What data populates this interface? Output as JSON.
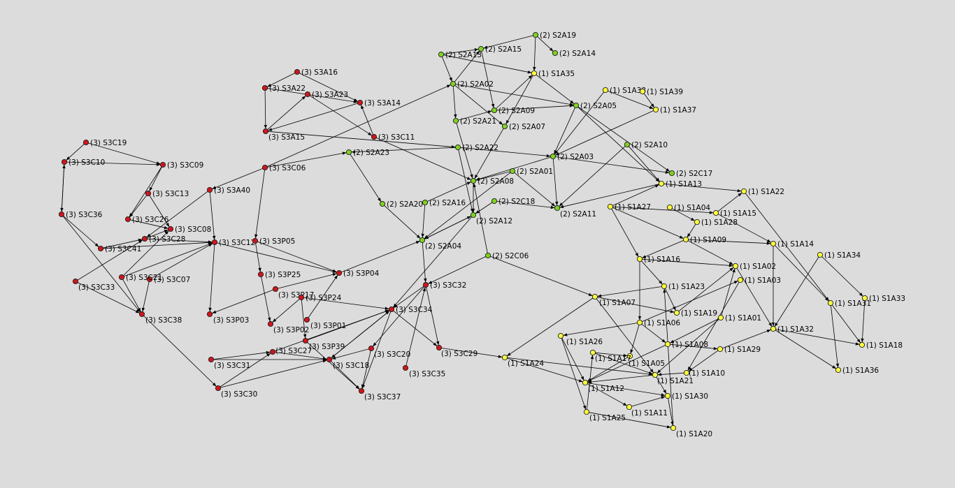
{
  "colors": {
    "background": "#dcdcdc",
    "group_1": "#ffff3c",
    "group_2": "#7ed321",
    "group_3": "#d0161c",
    "edge": "#000000"
  },
  "nodes": [
    {
      "id": "S1A02",
      "label": "(1) S1A02",
      "group": "1"
    },
    {
      "id": "S1A03",
      "label": "(1) S1A03",
      "group": "1"
    },
    {
      "id": "S1A04",
      "label": "(1) S1A04",
      "group": "1"
    },
    {
      "id": "S1A05",
      "label": "(1) S1A05",
      "group": "1"
    },
    {
      "id": "S1A06",
      "label": "(1) S1A06",
      "group": "1"
    },
    {
      "id": "S1A07",
      "label": "(1) S1A07",
      "group": "1"
    },
    {
      "id": "S1A08",
      "label": "(1) S1A08",
      "group": "1"
    },
    {
      "id": "S1A09",
      "label": "(1) S1A09",
      "group": "1"
    },
    {
      "id": "S1A01",
      "label": "(1) S1A01",
      "group": "1"
    },
    {
      "id": "S1A10",
      "label": "(1) S1A10",
      "group": "1"
    },
    {
      "id": "S1A11",
      "label": "(1) S1A11",
      "group": "1"
    },
    {
      "id": "S1A12",
      "label": "(1) S1A12",
      "group": "1"
    },
    {
      "id": "S1A13",
      "label": "(1) S1A13",
      "group": "1"
    },
    {
      "id": "S1A14",
      "label": "(1) S1A14",
      "group": "1"
    },
    {
      "id": "S1A15",
      "label": "(1) S1A15",
      "group": "1"
    },
    {
      "id": "S1A16",
      "label": "(1) S1A16",
      "group": "1"
    },
    {
      "id": "S1A17",
      "label": "(1) S1A17",
      "group": "1"
    },
    {
      "id": "S1A18",
      "label": "(1) S1A18",
      "group": "1"
    },
    {
      "id": "S1A19",
      "label": "(1) S1A19",
      "group": "1"
    },
    {
      "id": "S1A20",
      "label": "(1) S1A20",
      "group": "1"
    },
    {
      "id": "S1A21",
      "label": "(1) S1A21",
      "group": "1"
    },
    {
      "id": "S1A22",
      "label": "(1) S1A22",
      "group": "1"
    },
    {
      "id": "S1A23",
      "label": "(1) S1A23",
      "group": "1"
    },
    {
      "id": "S1A24",
      "label": "(1) S1A24",
      "group": "1"
    },
    {
      "id": "S1A25",
      "label": "(1) S1A25",
      "group": "1"
    },
    {
      "id": "S1A26",
      "label": "(1) S1A26",
      "group": "1"
    },
    {
      "id": "S1A27",
      "label": "(1) S1A27",
      "group": "1"
    },
    {
      "id": "S1A28",
      "label": "(1) S1A28",
      "group": "1"
    },
    {
      "id": "S1A29",
      "label": "(1) S1A29",
      "group": "1"
    },
    {
      "id": "S1A30",
      "label": "(1) S1A30",
      "group": "1"
    },
    {
      "id": "S1A31",
      "label": "(1) S1A31",
      "group": "1"
    },
    {
      "id": "S1A32",
      "label": "(1) S1A32",
      "group": "1"
    },
    {
      "id": "S1A33",
      "label": "(1) S1A33",
      "group": "1"
    },
    {
      "id": "S1A34",
      "label": "(1) S1A34",
      "group": "1"
    },
    {
      "id": "S1A35",
      "label": "(1) S1A35",
      "group": "1"
    },
    {
      "id": "S1A36",
      "label": "(1) S1A36",
      "group": "1"
    },
    {
      "id": "S1A37",
      "label": "(1) S1A37",
      "group": "1"
    },
    {
      "id": "S1A38",
      "label": "(1) S1A38",
      "group": "1"
    },
    {
      "id": "S1A39",
      "label": "(1) S1A39",
      "group": "1"
    },
    {
      "id": "S2A01",
      "label": "(2) S2A01",
      "group": "2"
    },
    {
      "id": "S2A02",
      "label": "(2) S2A02",
      "group": "2"
    },
    {
      "id": "S2A03",
      "label": "(2) S2A03",
      "group": "2"
    },
    {
      "id": "S2A04",
      "label": "(2) S2A04",
      "group": "2"
    },
    {
      "id": "S2A05",
      "label": "(2) S2A05",
      "group": "2"
    },
    {
      "id": "S2A07",
      "label": "(2) S2A07",
      "group": "2"
    },
    {
      "id": "S2A08",
      "label": "(2) S2A08",
      "group": "2"
    },
    {
      "id": "S2A09",
      "label": "(2) S2A09",
      "group": "2"
    },
    {
      "id": "S2A10",
      "label": "(2) S2A10",
      "group": "2"
    },
    {
      "id": "S2A11",
      "label": "(2) S2A11",
      "group": "2"
    },
    {
      "id": "S2A12",
      "label": "(2) S2A12",
      "group": "2"
    },
    {
      "id": "S2A13",
      "label": "(2) S2A13",
      "group": "2"
    },
    {
      "id": "S2A14",
      "label": "(2) S2A14",
      "group": "2"
    },
    {
      "id": "S2A15",
      "label": "(2) S2A15",
      "group": "2"
    },
    {
      "id": "S2A16",
      "label": "(2) S2A16",
      "group": "2"
    },
    {
      "id": "S2A19",
      "label": "(2) S2A19",
      "group": "2"
    },
    {
      "id": "S2A20",
      "label": "(2) S2A20",
      "group": "2"
    },
    {
      "id": "S2A21",
      "label": "(2) S2A21",
      "group": "2"
    },
    {
      "id": "S2A22",
      "label": "(2) S2A22",
      "group": "2"
    },
    {
      "id": "S2A23",
      "label": "(2) S2A23",
      "group": "2"
    },
    {
      "id": "S2C06",
      "label": "(2) S2C06",
      "group": "2"
    },
    {
      "id": "S2C17",
      "label": "(2) S2C17",
      "group": "2"
    },
    {
      "id": "S2C18",
      "label": "(2) S2C18",
      "group": "2"
    },
    {
      "id": "S3A14",
      "label": "(3) S3A14",
      "group": "3"
    },
    {
      "id": "S3A15",
      "label": "(3) S3A15",
      "group": "3"
    },
    {
      "id": "S3A16",
      "label": "(3) S3A16",
      "group": "3"
    },
    {
      "id": "S3A22",
      "label": "(3) S3A22",
      "group": "3"
    },
    {
      "id": "S3A23",
      "label": "(3) S3A23",
      "group": "3"
    },
    {
      "id": "S3A40",
      "label": "(3) S3A40",
      "group": "3"
    },
    {
      "id": "S3C06",
      "label": "(3) S3C06",
      "group": "3"
    },
    {
      "id": "S3C07",
      "label": "(3) S3C07",
      "group": "3"
    },
    {
      "id": "S3C08",
      "label": "(3) S3C08",
      "group": "3"
    },
    {
      "id": "S3C09",
      "label": "(3) S3C09",
      "group": "3"
    },
    {
      "id": "S3C10",
      "label": "(3) S3C10",
      "group": "3"
    },
    {
      "id": "S3C11",
      "label": "(3) S3C11",
      "group": "3"
    },
    {
      "id": "S3C12",
      "label": "(3) S3C12",
      "group": "3"
    },
    {
      "id": "S3C13",
      "label": "(3) S3C13",
      "group": "3"
    },
    {
      "id": "S3C18",
      "label": "(3) S3C18",
      "group": "3"
    },
    {
      "id": "S3C19",
      "label": "(3) S3C19",
      "group": "3"
    },
    {
      "id": "S3C20",
      "label": "(3) S3C20",
      "group": "3"
    },
    {
      "id": "S3C21",
      "label": "(3) S3C21",
      "group": "3"
    },
    {
      "id": "S3C26",
      "label": "(3) S3C26",
      "group": "3"
    },
    {
      "id": "S3C27",
      "label": "(3) S3C27",
      "group": "3"
    },
    {
      "id": "S3C28",
      "label": "(3) S3C28",
      "group": "3"
    },
    {
      "id": "S3C29",
      "label": "(3) S3C29",
      "group": "3"
    },
    {
      "id": "S3C30",
      "label": "(3) S3C30",
      "group": "3"
    },
    {
      "id": "S3C31",
      "label": "(3) S3C31",
      "group": "3"
    },
    {
      "id": "S3C32",
      "label": "(3) S3C32",
      "group": "3"
    },
    {
      "id": "S3C33",
      "label": "(3) S3C33",
      "group": "3"
    },
    {
      "id": "S3C34",
      "label": "(3) S3C34",
      "group": "3"
    },
    {
      "id": "S3C35",
      "label": "(3) S3C35",
      "group": "3"
    },
    {
      "id": "S3C36",
      "label": "(3) S3C36",
      "group": "3"
    },
    {
      "id": "S3C37",
      "label": "(3) S3C37",
      "group": "3"
    },
    {
      "id": "S3C38",
      "label": "(3) S3C38",
      "group": "3"
    },
    {
      "id": "S3C41",
      "label": "(3) S3C41",
      "group": "3"
    },
    {
      "id": "S3P01",
      "label": "(3) S3P01",
      "group": "3"
    },
    {
      "id": "S3P02",
      "label": "(3) S3P02",
      "group": "3"
    },
    {
      "id": "S3P03",
      "label": "(3) S3P03",
      "group": "3"
    },
    {
      "id": "S3P04",
      "label": "(3) S3P04",
      "group": "3"
    },
    {
      "id": "S3P05",
      "label": "(3) S3P05",
      "group": "3"
    },
    {
      "id": "S3P17",
      "label": "(3) S3P17",
      "group": "3"
    },
    {
      "id": "S3P24",
      "label": "(3) S3P24",
      "group": "3"
    },
    {
      "id": "S3P25",
      "label": "(3) S3P25",
      "group": "3"
    },
    {
      "id": "S3P39",
      "label": "(3) S3P39",
      "group": "3"
    }
  ],
  "edges": [
    [
      "S1A38",
      "S2A03"
    ],
    [
      "S1A39",
      "S1A37"
    ],
    [
      "S1A38",
      "S1A37"
    ],
    [
      "S1A37",
      "S2A03"
    ],
    [
      "S2A05",
      "S2C17"
    ],
    [
      "S2A05",
      "S1A13"
    ],
    [
      "S1A13",
      "S2A11"
    ],
    [
      "S1A13",
      "S1A22"
    ],
    [
      "S1A27",
      "S1A13"
    ],
    [
      "S1A27",
      "S1A15"
    ],
    [
      "S1A27",
      "S1A09"
    ],
    [
      "S1A27",
      "S1A16"
    ],
    [
      "S1A04",
      "S1A28"
    ],
    [
      "S1A28",
      "S1A09"
    ],
    [
      "S1A09",
      "S1A16"
    ],
    [
      "S1A09",
      "S1A14"
    ],
    [
      "S1A09",
      "S1A02"
    ],
    [
      "S1A15",
      "S1A14"
    ],
    [
      "S1A15",
      "S1A22"
    ],
    [
      "S1A22",
      "S1A31"
    ],
    [
      "S1A14",
      "S1A32"
    ],
    [
      "S1A14",
      "S1A31"
    ],
    [
      "S1A34",
      "S1A32"
    ],
    [
      "S1A34",
      "S1A33"
    ],
    [
      "S1A31",
      "S1A36"
    ],
    [
      "S1A31",
      "S1A18"
    ],
    [
      "S1A33",
      "S1A18"
    ],
    [
      "S1A32",
      "S1A18"
    ],
    [
      "S1A32",
      "S1A36"
    ],
    [
      "S1A29",
      "S1A32"
    ],
    [
      "S1A02",
      "S1A32"
    ],
    [
      "S1A16",
      "S1A02"
    ],
    [
      "S1A16",
      "S1A23"
    ],
    [
      "S1A16",
      "S1A06"
    ],
    [
      "S1A23",
      "S1A19"
    ],
    [
      "S1A23",
      "S1A07"
    ],
    [
      "S1A19",
      "S1A02"
    ],
    [
      "S1A07",
      "S1A24"
    ],
    [
      "S1A07",
      "S1A19"
    ],
    [
      "S1A07",
      "S1A21"
    ],
    [
      "S1A06",
      "S1A05"
    ],
    [
      "S1A06",
      "S1A26"
    ],
    [
      "S1A06",
      "S1A08"
    ],
    [
      "S1A06",
      "S1A03"
    ],
    [
      "S1A01",
      "S1A02"
    ],
    [
      "S1A01",
      "S1A21"
    ],
    [
      "S1A01",
      "S1A08"
    ],
    [
      "S1A08",
      "S1A12"
    ],
    [
      "S1A08",
      "S1A29"
    ],
    [
      "S1A29",
      "S1A10"
    ],
    [
      "S1A10",
      "S1A21"
    ],
    [
      "S1A17",
      "S1A05"
    ],
    [
      "S1A17",
      "S1A21"
    ],
    [
      "S1A26",
      "S1A25"
    ],
    [
      "S1A26",
      "S1A12"
    ],
    [
      "S1A12",
      "S1A30"
    ],
    [
      "S1A12",
      "S1A11"
    ],
    [
      "S1A21",
      "S1A30"
    ],
    [
      "S1A21",
      "S1A12"
    ],
    [
      "S1A11",
      "S1A30"
    ],
    [
      "S1A25",
      "S1A20"
    ],
    [
      "S1A25",
      "S1A17"
    ],
    [
      "S1A30",
      "S1A20"
    ],
    [
      "S1A24",
      "S1A12"
    ],
    [
      "S1A24",
      "S1A21"
    ],
    [
      "S1A20",
      "S1A23"
    ],
    [
      "S1A05",
      "S1A12"
    ],
    [
      "S1A03",
      "S1A10"
    ],
    [
      "S2A19",
      "S2A14"
    ],
    [
      "S2A19",
      "S2A15"
    ],
    [
      "S2A19",
      "S1A35"
    ],
    [
      "S2A13",
      "S2A02"
    ],
    [
      "S2A13",
      "S2A15"
    ],
    [
      "S2A13",
      "S1A35"
    ],
    [
      "S2A15",
      "S2A09"
    ],
    [
      "S2A02",
      "S2A15"
    ],
    [
      "S2A02",
      "S2A05"
    ],
    [
      "S2A02",
      "S2A21"
    ],
    [
      "S2A02",
      "S2A07"
    ],
    [
      "S2A21",
      "S2A09"
    ],
    [
      "S2A21",
      "S2A08"
    ],
    [
      "S2A09",
      "S1A35"
    ],
    [
      "S2A09",
      "S2A05"
    ],
    [
      "S1A35",
      "S2A05"
    ],
    [
      "S1A35",
      "S2A07"
    ],
    [
      "S2A07",
      "S2A08"
    ],
    [
      "S2A22",
      "S2A23"
    ],
    [
      "S2A22",
      "S2A03"
    ],
    [
      "S2A22",
      "S2A12"
    ],
    [
      "S2A23",
      "S2A20"
    ],
    [
      "S2A20",
      "S2A04"
    ],
    [
      "S2A16",
      "S2A04"
    ],
    [
      "S2A16",
      "S2A08"
    ],
    [
      "S2A01",
      "S2A08"
    ],
    [
      "S2A01",
      "S2A11"
    ],
    [
      "S2A01",
      "S2A04"
    ],
    [
      "S2A03",
      "S2A08"
    ],
    [
      "S2A03",
      "S2A11"
    ],
    [
      "S2A03",
      "S2C17"
    ],
    [
      "S2A10",
      "S2A11"
    ],
    [
      "S2A10",
      "S1A13"
    ],
    [
      "S2C18",
      "S2A12"
    ],
    [
      "S2C18",
      "S2A11"
    ],
    [
      "S2A08",
      "S2A12"
    ],
    [
      "S2A12",
      "S2A04"
    ],
    [
      "S2A04",
      "S2A12"
    ],
    [
      "S2C06",
      "S2A08"
    ],
    [
      "S2C06",
      "S1A07"
    ],
    [
      "S2C06",
      "S3C32"
    ],
    [
      "S2A05",
      "S2A03"
    ],
    [
      "S3C11",
      "S2A08"
    ],
    [
      "S3C06",
      "S2A02"
    ],
    [
      "S3C06",
      "S2A23"
    ],
    [
      "S3A16",
      "S3A22"
    ],
    [
      "S3A22",
      "S3A15"
    ],
    [
      "S3A16",
      "S3A14"
    ],
    [
      "S3A22",
      "S3A14"
    ],
    [
      "S3A23",
      "S3C11"
    ],
    [
      "S3A15",
      "S3A23"
    ],
    [
      "S3A14",
      "S3A15"
    ],
    [
      "S3A15",
      "S2A22"
    ],
    [
      "S3C11",
      "S3A14"
    ],
    [
      "S3C19",
      "S3C10"
    ],
    [
      "S3C10",
      "S3C36"
    ],
    [
      "S3C10",
      "S3C09"
    ],
    [
      "S3C36",
      "S3C10"
    ],
    [
      "S3C19",
      "S3C09"
    ],
    [
      "S3C09",
      "S3C13"
    ],
    [
      "S3C09",
      "S3C26"
    ],
    [
      "S3C13",
      "S3C08"
    ],
    [
      "S3C13",
      "S3C26"
    ],
    [
      "S3C26",
      "S3C08"
    ],
    [
      "S3C36",
      "S3C41"
    ],
    [
      "S3C36",
      "S3C38"
    ],
    [
      "S3C41",
      "S3C28"
    ],
    [
      "S3C41",
      "S3C12"
    ],
    [
      "S3C28",
      "S3C08"
    ],
    [
      "S3C28",
      "S3C12"
    ],
    [
      "S3C21",
      "S3C12"
    ],
    [
      "S3C21",
      "S3C08"
    ],
    [
      "S3C21",
      "S3C38"
    ],
    [
      "S3C07",
      "S3C38"
    ],
    [
      "S3C07",
      "S3C12"
    ],
    [
      "S3C33",
      "S3C38"
    ],
    [
      "S3C33",
      "S3C28"
    ],
    [
      "S3A40",
      "S3C12"
    ],
    [
      "S3A40",
      "S3C28"
    ],
    [
      "S3C06",
      "S3P05"
    ],
    [
      "S3C06",
      "S3A40"
    ],
    [
      "S3C12",
      "S3P04"
    ],
    [
      "S3P05",
      "S3P04"
    ],
    [
      "S3P05",
      "S3P25"
    ],
    [
      "S3P25",
      "S3P02"
    ],
    [
      "S3P17",
      "S3P03"
    ],
    [
      "S3P17",
      "S3P04"
    ],
    [
      "S3P24",
      "S3P39"
    ],
    [
      "S3P24",
      "S3P02"
    ],
    [
      "S3P24",
      "S3C34"
    ],
    [
      "S3P01",
      "S3P04"
    ],
    [
      "S3P04",
      "S2A04"
    ],
    [
      "S3P39",
      "S3C34"
    ],
    [
      "S3P39",
      "S3C37"
    ],
    [
      "S3C34",
      "S3C18"
    ],
    [
      "S3C34",
      "S3C29"
    ],
    [
      "S3C34",
      "S3C37"
    ],
    [
      "S3C32",
      "S3C34"
    ],
    [
      "S3C32",
      "S3C29"
    ],
    [
      "S3C32",
      "S3C20"
    ],
    [
      "S3C20",
      "S3C18"
    ],
    [
      "S3C20",
      "S3C37"
    ],
    [
      "S3C35",
      "S3C32"
    ],
    [
      "S3C27",
      "S3C18"
    ],
    [
      "S3C27",
      "S3C34"
    ],
    [
      "S3C31",
      "S3C27"
    ],
    [
      "S3C31",
      "S3C18"
    ],
    [
      "S3C30",
      "S3C18"
    ],
    [
      "S3C30",
      "S3C27"
    ],
    [
      "S3C38",
      "S3C30"
    ],
    [
      "S3C29",
      "S1A24"
    ],
    [
      "S3C18",
      "S3C37"
    ],
    [
      "S3C12",
      "S3P03"
    ],
    [
      "S2A04",
      "S3C32"
    ],
    [
      "S3C18",
      "S3C34"
    ],
    [
      "S2A12",
      "S3C34"
    ]
  ]
}
